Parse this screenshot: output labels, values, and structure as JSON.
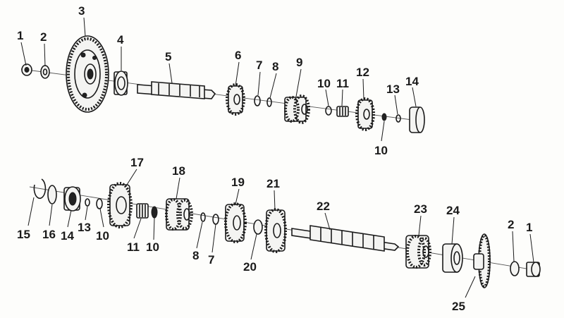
{
  "labels": {
    "top": [
      "1",
      "2",
      "3",
      "4",
      "5",
      "6",
      "7",
      "8",
      "9",
      "10",
      "11",
      "12",
      "13",
      "14",
      "10"
    ],
    "bottom": [
      "15",
      "16",
      "14",
      "13",
      "10",
      "17",
      "11",
      "10",
      "18",
      "8",
      "7",
      "19",
      "20",
      "21",
      "22",
      "23",
      "24",
      "25",
      "2",
      "1"
    ]
  }
}
